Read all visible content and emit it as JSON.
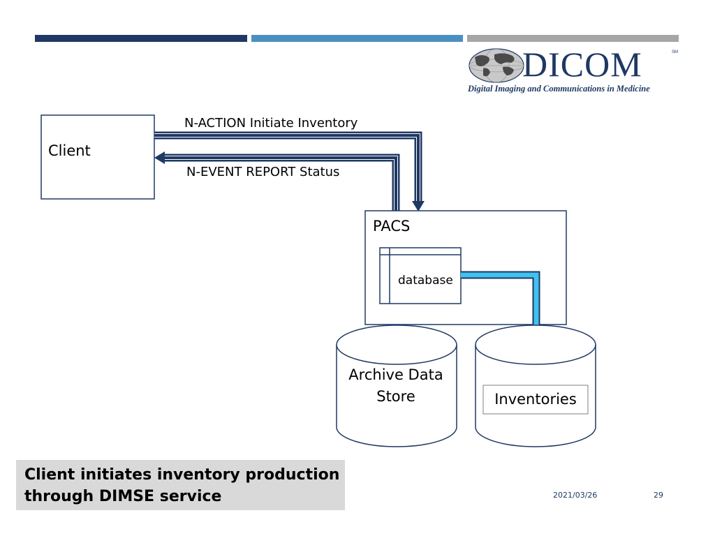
{
  "logo": {
    "word": "DICOM",
    "trademark": "SM",
    "subtitle": "Digital Imaging and Communications in Medicine"
  },
  "diagram": {
    "client_label": "Client",
    "naction_label": "N-ACTION Initiate Inventory",
    "nevent_label": "N-EVENT REPORT Status",
    "pacs_label": "PACS",
    "database_label": "database",
    "archive_label": "Archive Data Store",
    "inventories_label": "Inventories"
  },
  "caption": {
    "text": "Client initiates inventory production through DIMSE service"
  },
  "footer": {
    "date": "2021/03/26",
    "page": "29"
  },
  "colors": {
    "navy": "#1f3864",
    "steel_blue": "#4a8fc0",
    "gray": "#a6a6a6",
    "light_blue": "#41c1ef",
    "caption_bg": "#d9d9d9"
  }
}
